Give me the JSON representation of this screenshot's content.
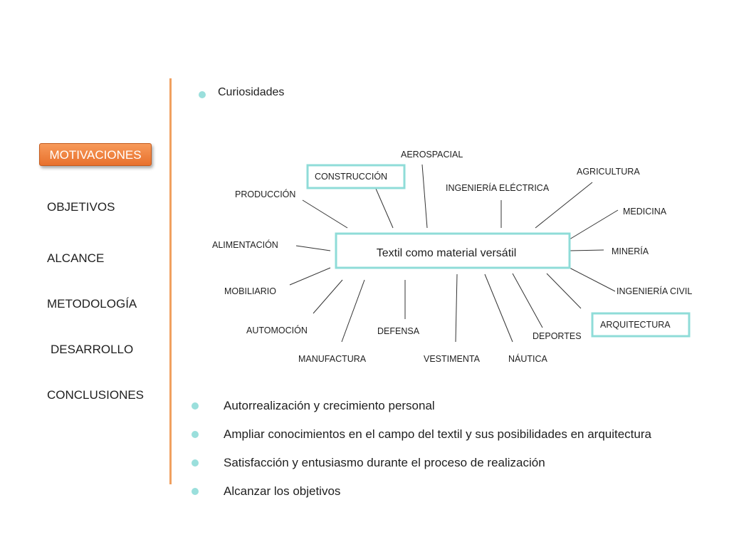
{
  "nav": {
    "active": "MOTIVACIONES",
    "items": [
      "OBJETIVOS",
      "ALCANCE",
      "METODOLOGÍA",
      "DESARROLLO",
      "CONCLUSIONES"
    ]
  },
  "header": {
    "curiosidades": "Curiosidades"
  },
  "diagram": {
    "center": "Textil como material versátil",
    "nodes": {
      "aerospacial": "AEROSPACIAL",
      "construccion": "CONSTRUCCIÓN",
      "agricultura": "AGRICULTURA",
      "produccion": "PRODUCCIÓN",
      "ingenieria_electrica": "INGENIERÍA ELÉCTRICA",
      "medicina": "MEDICINA",
      "alimentacion": "ALIMENTACIÓN",
      "mineria": "MINERÍA",
      "mobiliario": "MOBILIARIO",
      "ingenieria_civil": "INGENIERÍA CIVIL",
      "arquitectura": "ARQUITECTURA",
      "automocion": "AUTOMOCIÓN",
      "defensa": "DEFENSA",
      "deportes": "DEPORTES",
      "manufactura": "MANUFACTURA",
      "vestimenta": "VESTIMENTA",
      "nautica": "NÁUTICA"
    }
  },
  "bullets": [
    "Autorrealización y crecimiento personal",
    "Ampliar conocimientos en el campo del textil y sus posibilidades en arquitectura",
    "Satisfacción y entusiasmo durante el proceso de realización",
    "Alcanzar los objetivos"
  ],
  "colors": {
    "accent": "#e8712d",
    "teal": "#8fdcd8",
    "divider": "#f0a060"
  }
}
